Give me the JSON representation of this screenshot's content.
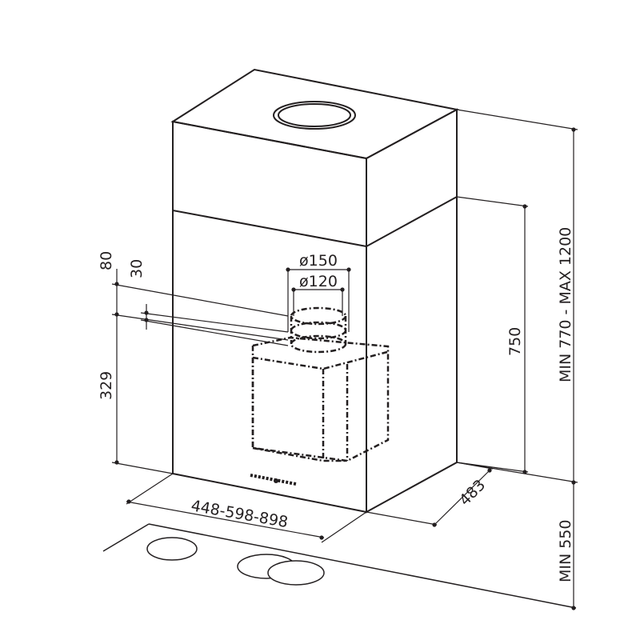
{
  "dimensions": {
    "width_range": "448-598-898",
    "depth": "483",
    "body_height": "750",
    "total_height": "MIN 770 - MAX 1200",
    "clearance": "MIN 550",
    "outlet_outer": "ø150",
    "outlet_inner": "ø120",
    "offset_80": "80",
    "offset_30": "30",
    "offset_329": "329"
  },
  "colors": {
    "line": "#231f20",
    "background": "#ffffff"
  }
}
